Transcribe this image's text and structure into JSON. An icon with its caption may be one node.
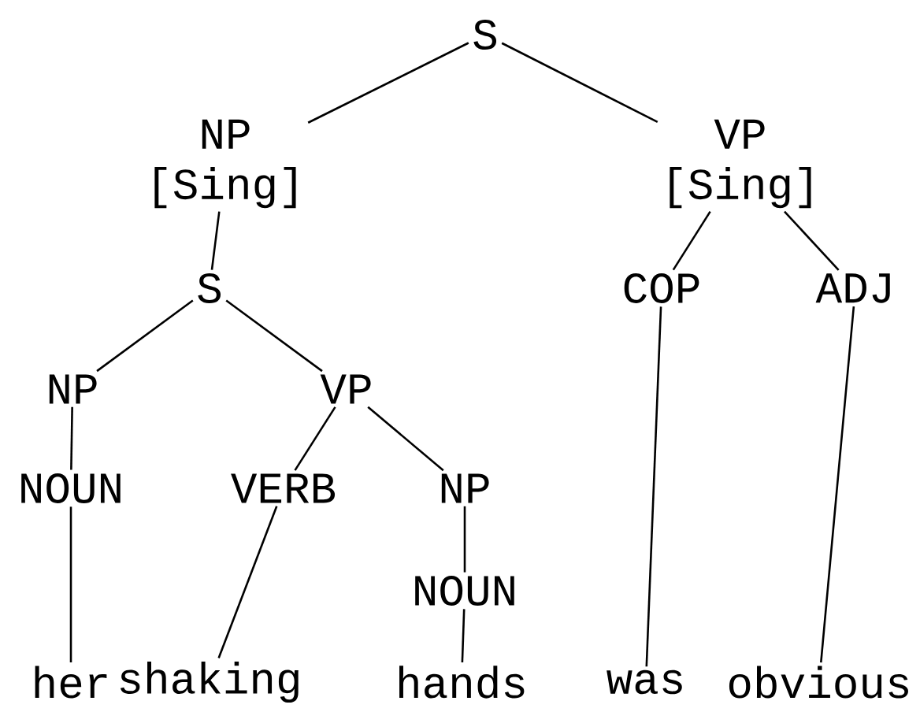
{
  "diagram": {
    "nodes": [
      {
        "text": [
          "S"
        ]
      },
      {
        "text": [
          "NP",
          "[Sing]"
        ]
      },
      {
        "text": [
          "VP",
          "[Sing]"
        ]
      },
      {
        "text": [
          "S"
        ]
      },
      {
        "text": [
          "COP"
        ]
      },
      {
        "text": [
          "ADJ"
        ]
      },
      {
        "text": [
          "NP"
        ]
      },
      {
        "text": [
          "VP"
        ]
      },
      {
        "text": [
          "NOUN"
        ]
      },
      {
        "text": [
          "VERB"
        ]
      },
      {
        "text": [
          "NP"
        ]
      },
      {
        "text": [
          "NOUN"
        ]
      },
      {
        "text": [
          "her"
        ]
      },
      {
        "text": [
          "shaking"
        ]
      },
      {
        "text": [
          "hands"
        ]
      },
      {
        "text": [
          "was"
        ]
      },
      {
        "text": [
          "obvious"
        ]
      }
    ],
    "edges": [
      {
        "from": 0,
        "to": 1,
        "arrow": "none"
      },
      {
        "from": 0,
        "to": 2,
        "arrow": "none"
      },
      {
        "from": 1,
        "to": 3,
        "arrow": "none"
      },
      {
        "from": 2,
        "to": 4,
        "arrow": "none"
      },
      {
        "from": 2,
        "to": 5,
        "arrow": "none"
      },
      {
        "from": 3,
        "to": 6,
        "arrow": "none"
      },
      {
        "from": 3,
        "to": 7,
        "arrow": "none"
      },
      {
        "from": 6,
        "to": 8,
        "arrow": "none"
      },
      {
        "from": 7,
        "to": 9,
        "arrow": "none"
      },
      {
        "from": 7,
        "to": 10,
        "arrow": "none"
      },
      {
        "from": 10,
        "to": 11,
        "arrow": "none"
      },
      {
        "from": 8,
        "to": 12,
        "arrow": "none"
      },
      {
        "from": 9,
        "to": 13,
        "arrow": "none"
      },
      {
        "from": 11,
        "to": 14,
        "arrow": "none"
      },
      {
        "from": 4,
        "to": 15,
        "arrow": "none"
      },
      {
        "from": 5,
        "to": 16,
        "arrow": "none"
      }
    ]
  }
}
